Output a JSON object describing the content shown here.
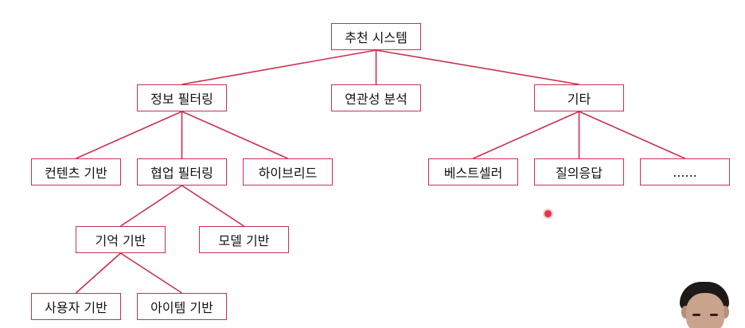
{
  "diagram": {
    "nodes": {
      "root": "추천 시스템",
      "info_filtering": "정보 필터링",
      "association": "연관성 분석",
      "etc": "기타",
      "content_based": "컨텐츠 기반",
      "collab_filtering": "협업 필터링",
      "hybrid": "하이브리드",
      "bestseller": "베스트셀러",
      "qa": "질의응답",
      "more": "......",
      "memory_based": "기억 기반",
      "model_based": "모델 기반",
      "user_based": "사용자 기반",
      "item_based": "아이템 기반"
    },
    "edges": [
      [
        "root",
        "info_filtering"
      ],
      [
        "root",
        "association"
      ],
      [
        "root",
        "etc"
      ],
      [
        "info_filtering",
        "content_based"
      ],
      [
        "info_filtering",
        "collab_filtering"
      ],
      [
        "info_filtering",
        "hybrid"
      ],
      [
        "etc",
        "bestseller"
      ],
      [
        "etc",
        "qa"
      ],
      [
        "etc",
        "more"
      ],
      [
        "collab_filtering",
        "memory_based"
      ],
      [
        "collab_filtering",
        "model_based"
      ],
      [
        "memory_based",
        "user_based"
      ],
      [
        "memory_based",
        "item_based"
      ]
    ],
    "colors": {
      "line": "#c8314f",
      "border": "#c8314f",
      "pointer": "#e0354c"
    }
  }
}
